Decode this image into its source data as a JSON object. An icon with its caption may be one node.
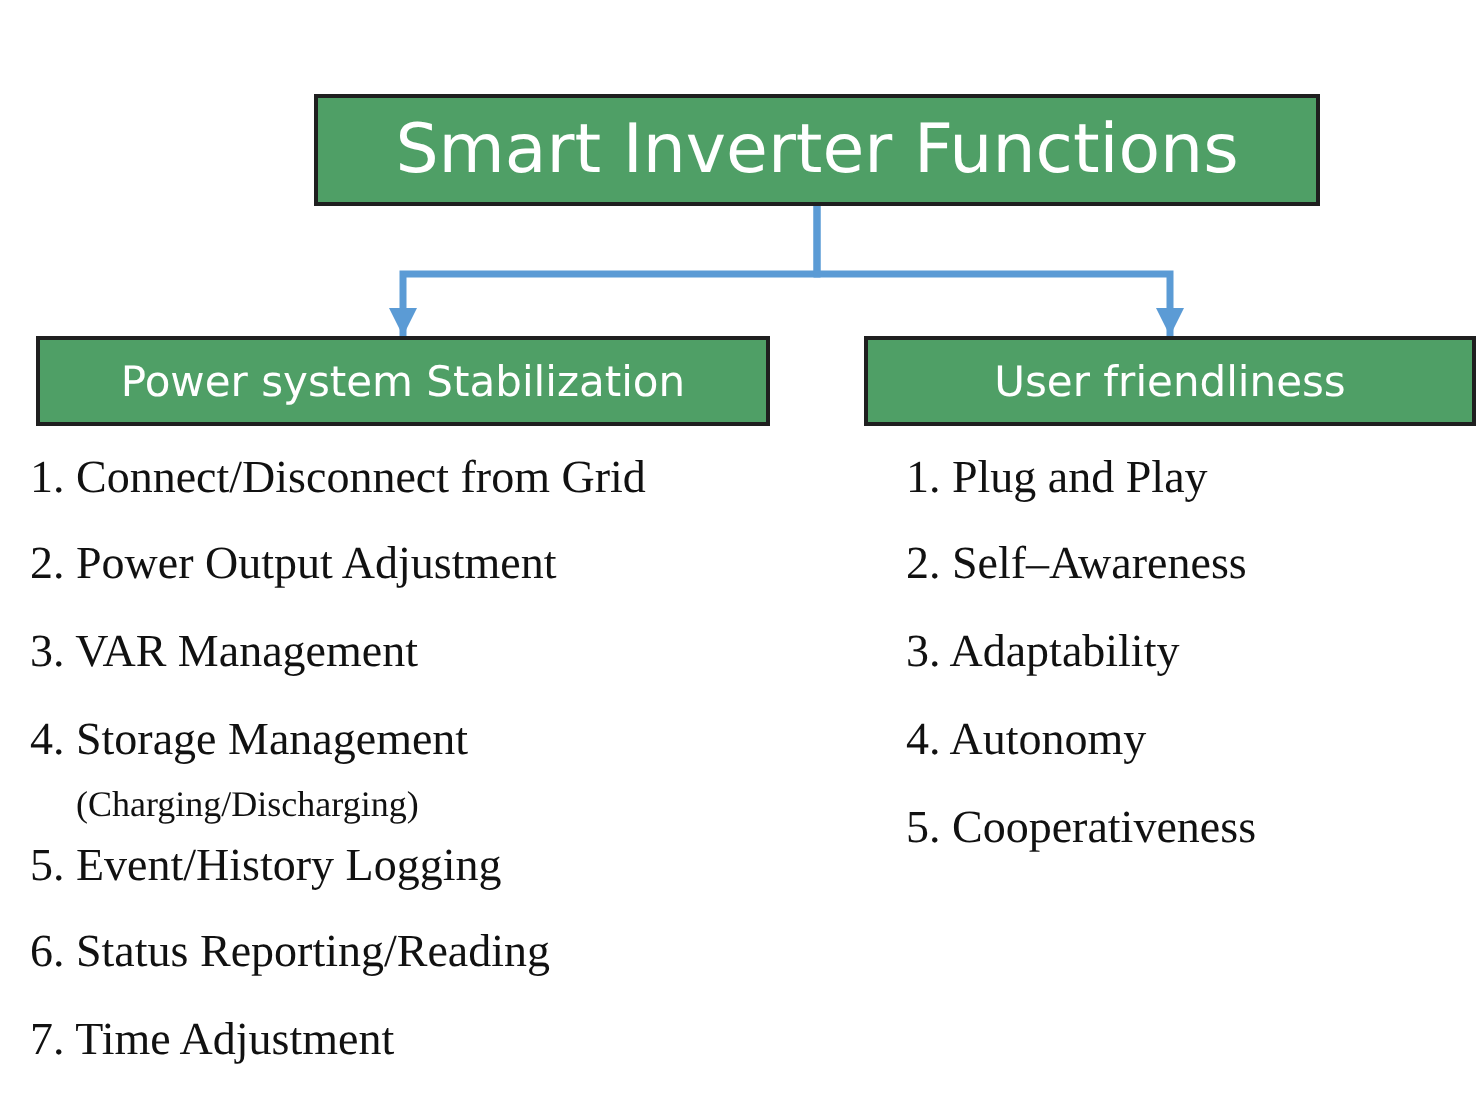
{
  "diagram": {
    "nodes": [
      {
        "text": [
          "Smart Inverter Functions"
        ]
      },
      {
        "text": [
          "Power system Stabilization"
        ]
      },
      {
        "text": [
          "User friendliness"
        ]
      }
    ],
    "edges": [
      {
        "from": 0,
        "to": 1,
        "arrow": "to"
      },
      {
        "from": 0,
        "to": 2,
        "arrow": "to"
      }
    ],
    "labels": [
      "1. Connect/Disconnect from Grid",
      "2. Power Output Adjustment",
      "3. VAR Management",
      "4. Storage Management",
      "(Charging/Discharging)",
      "5. Event/History Logging",
      "6. Status Reporting/Reading",
      "7. Time Adjustment",
      "1. Plug and Play",
      "2. Self–Awareness",
      "3. Adaptability",
      "4. Autonomy",
      "5. Cooperativeness"
    ]
  }
}
